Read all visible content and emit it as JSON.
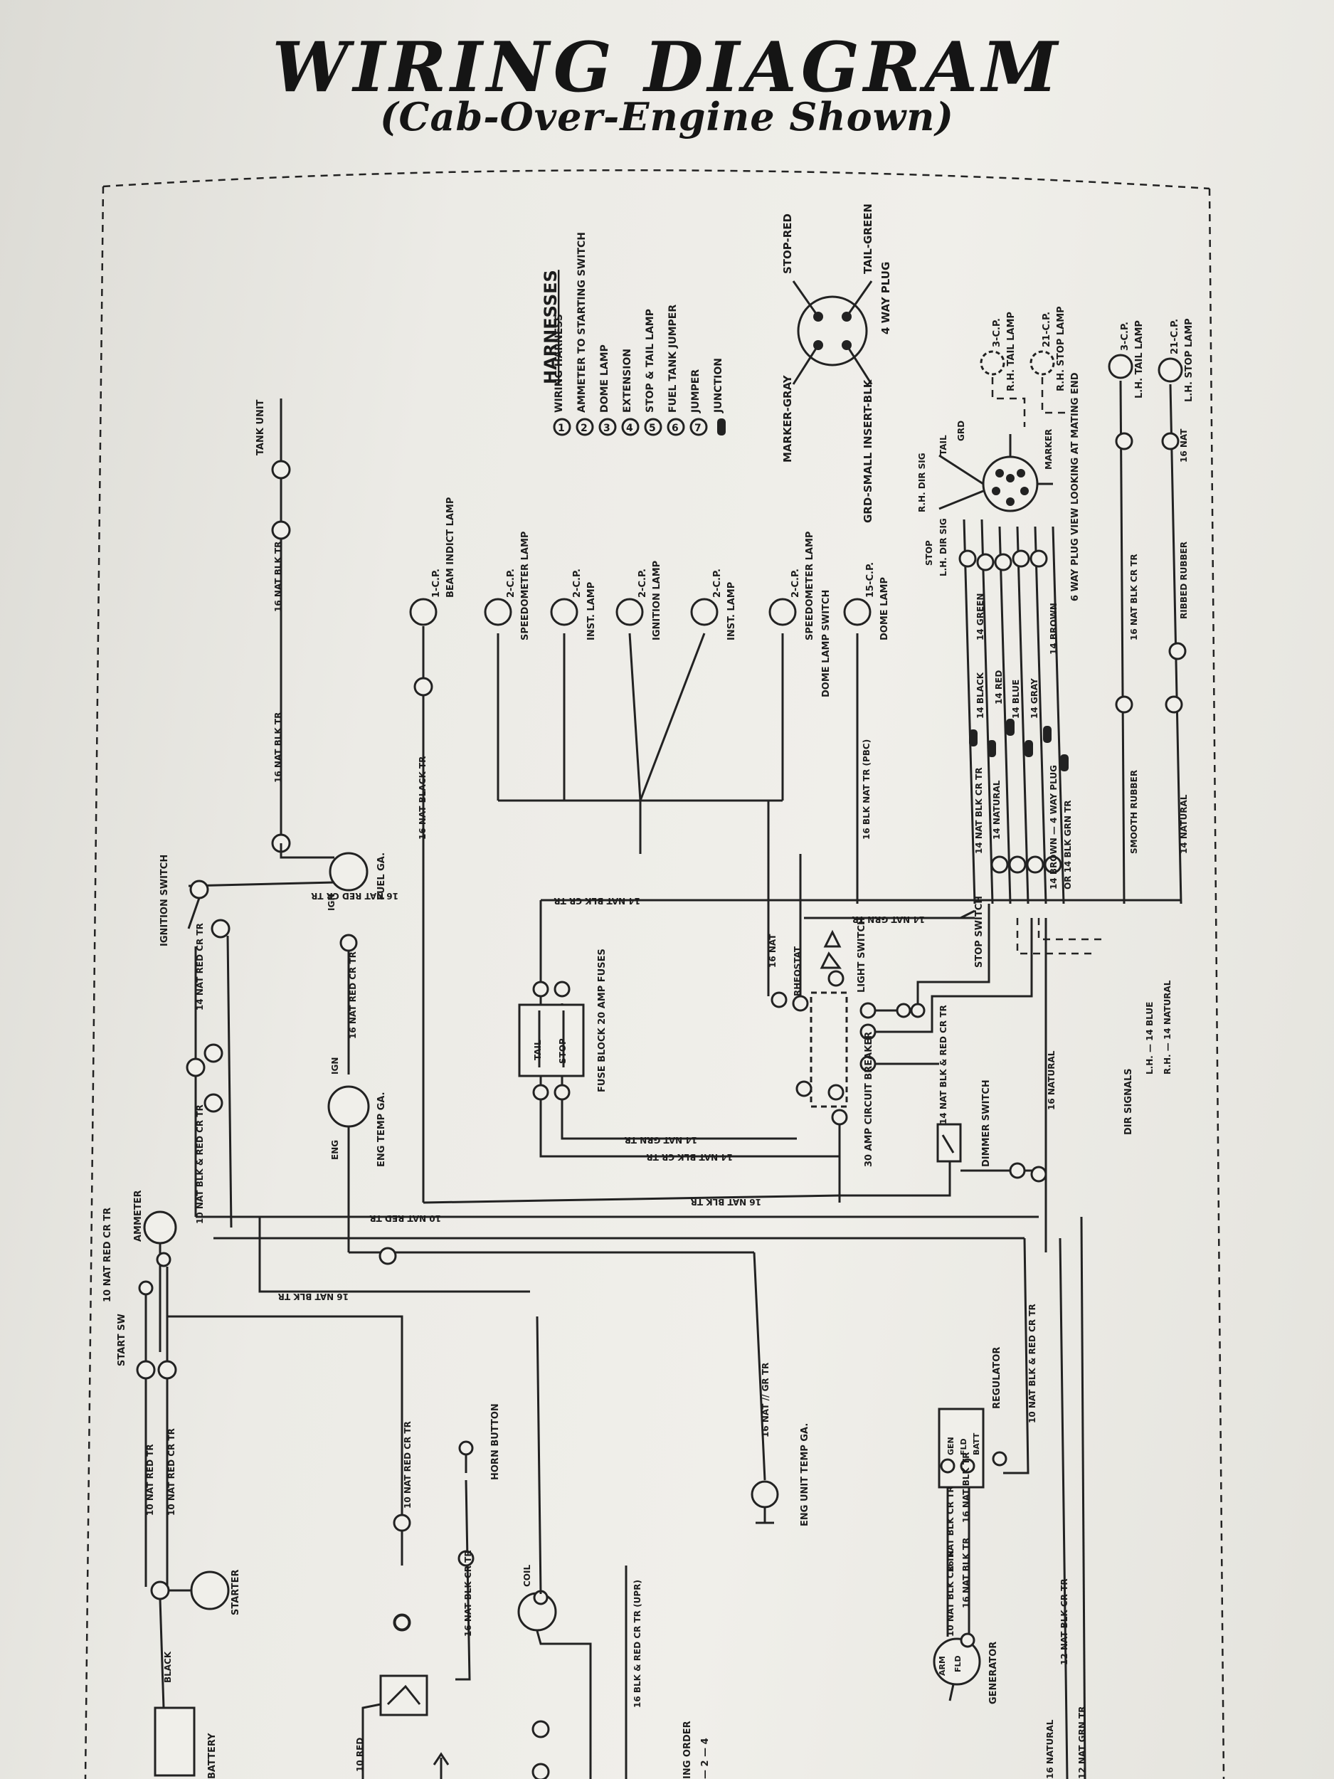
{
  "header": {
    "title": "WIRING DIAGRAM",
    "subtitle": "(Cab-Over-Engine Shown)"
  },
  "harness_legend": {
    "heading": "HARNESSES",
    "items": [
      {
        "id": "1",
        "label": "WIRING HARNESS"
      },
      {
        "id": "2",
        "label": "AMMETER TO STARTING SWITCH"
      },
      {
        "id": "3",
        "label": "DOME LAMP"
      },
      {
        "id": "4",
        "label": "EXTENSION"
      },
      {
        "id": "5",
        "label": "STOP & TAIL LAMP"
      },
      {
        "id": "6",
        "label": "FUEL TANK JUMPER"
      },
      {
        "id": "7",
        "label": "JUMPER"
      },
      {
        "id": "",
        "label": "JUNCTION"
      }
    ]
  },
  "components": {
    "tank_unit": "TANK UNIT",
    "fuel_gauge": "FUEL GA.",
    "ign": "IGN",
    "ignition_switch": "IGNITION SWITCH",
    "ammeter": "AMMETER",
    "start_switch": "START SW",
    "starter": "STARTER",
    "battery": "BATTERY",
    "eng_temp_gauge": "ENG TEMP GA.",
    "eng": "ENG",
    "horn_button": "HORN BUTTON",
    "coil": "COIL",
    "eng_unit_temp_gauge": "ENG UNIT TEMP GA.",
    "regulator": "REGULATOR",
    "regulator_terminals": [
      "GEN",
      "FLD",
      "BATT"
    ],
    "generator": "GENERATOR",
    "generator_terminals": [
      "ARM",
      "FLD"
    ],
    "fuse_block": "FUSE BLOCK 20 AMP FUSES",
    "fuse_tail": "TAIL",
    "fuse_stop": "STOP",
    "rheostat": "RHEOSTAT",
    "light_switch": "LIGHT SWITCH",
    "circuit_breaker": "30 AMP CIRCUIT BREAKER",
    "dimmer_switch": "DIMMER SWITCH",
    "stop_switch": "STOP SWITCH",
    "dir_signals": "DIR SIGNALS",
    "dir_lh": "L.H. — 14 BLUE",
    "dir_rh": "R.H. — 14 NATURAL",
    "dome_lamp_switch": "DOME LAMP SWITCH",
    "four_way_plug": "4 WAY PLUG",
    "six_way_plug": "6 WAY PLUG VIEW LOOKING AT MATING END",
    "firing_order_label": "ING ORDER",
    "firing_order_value": "— 2 — 4"
  },
  "lamps": [
    {
      "cp": "1-C.P.",
      "label": "BEAM INDICT LAMP"
    },
    {
      "cp": "2-C.P.",
      "label": "SPEEDOMETER LAMP"
    },
    {
      "cp": "2-C.P.",
      "label": "INST. LAMP"
    },
    {
      "cp": "2-C.P.",
      "label": "IGNITION LAMP"
    },
    {
      "cp": "2-C.P.",
      "label": "INST. LAMP"
    },
    {
      "cp": "2-C.P.",
      "label": "SPEEDOMETER LAMP"
    },
    {
      "cp": "15-C.P.",
      "label": "DOME LAMP"
    }
  ],
  "rear_lamps": [
    {
      "cp": "3-C.P.",
      "label": "R.H. TAIL LAMP"
    },
    {
      "cp": "21-C.P.",
      "label": "R.H. STOP LAMP"
    },
    {
      "cp": "3-C.P.",
      "label": "L.H. TAIL LAMP"
    },
    {
      "cp": "21-C.P.",
      "label": "L.H. STOP LAMP"
    }
  ],
  "plug_wires": {
    "stop_red": "STOP-RED",
    "tail_green": "TAIL-GREEN",
    "marker_gray": "MARKER-GRAY",
    "grd_small": "GRD-SMALL INSERT-BLK",
    "pin_labels": [
      "R.H. DIR SIG",
      "TAIL",
      "GRD",
      "STOP",
      "L.H. DIR SIG",
      "MARKER"
    ]
  },
  "wire_labels": {
    "w1": "16 NAT BLK TR",
    "w2": "16 NAT BLK TR",
    "w3": "16 NAT BLACK TR",
    "w4": "16 NAT RED CR TR",
    "w5": "14 NAT BLK CR TR",
    "w6": "14 NAT GRN TR",
    "w7": "16 NAT",
    "w8": "14 NAT RED CR TR",
    "w9": "16 NAT RED CR TR",
    "w10": "10 NAT BLK & RED CR TR",
    "w11": "10 NAT RED TR",
    "w12": "16 NAT BLK TR",
    "w13": "14 NAT GRN TR",
    "w14": "14 NAT BLK CR TR",
    "w15": "16 NAT BLK TR",
    "w16": "16 NAT // GR TR",
    "w17": "10 NAT RED CR TR",
    "w18": "10 NAT RED TR",
    "w19": "10 NAT RED CR TR",
    "w20": "10 NAT RED CR TR",
    "w21": "16 NAT BLK CR TR",
    "w22": "10 NAT BLK & RED CR TR",
    "w23": "16 NAT BLK TR",
    "w24": "10 NAT BLK CR TR",
    "w25": "16 NAT BLK TR",
    "w26": "12 NAT BLK CR TR",
    "w27": "12 NAT GRN TR",
    "w28": "16 NATURAL",
    "w29": "14 NAT BLK & RED CR TR",
    "w30": "16 BLK NAT TR (PBC)",
    "w31": "14 NAT BLK CR TR",
    "w32": "14 NATURAL",
    "w33": "14 BLACK",
    "w34": "14 GREEN",
    "w35": "14 RED",
    "w36": "14 BLUE",
    "w37": "14 GRAY",
    "w38": "14 BROWN",
    "w39": "14 BROWN — 4 WAY PLUG",
    "w40": "OR 14 BLK GRN TR",
    "w41": "16 NAT BLK CR TR",
    "w42": "SMOOTH RUBBER",
    "w43": "14 NATURAL",
    "w44": "16 NAT",
    "w45": "RIBBED RUBBER",
    "w46": "16 NATURAL",
    "w47": "10 RED",
    "w48": "BLACK",
    "w49": "16 BLK & RED CR TR (UPR)"
  }
}
